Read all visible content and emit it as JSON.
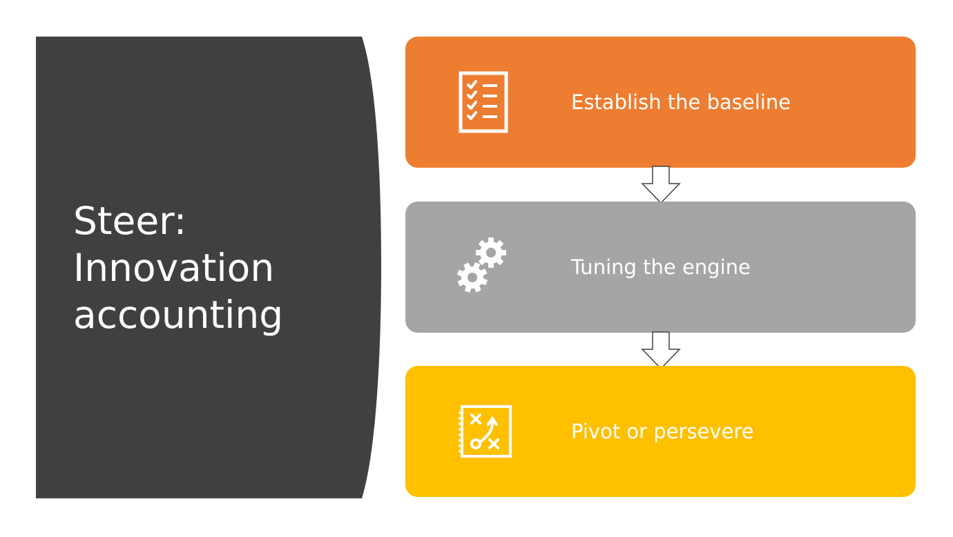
{
  "title": {
    "lines": [
      "Steer:",
      "Innovation",
      "accounting"
    ]
  },
  "steps": [
    {
      "label": "Establish the baseline",
      "icon": "checklist-icon",
      "color": "#ed7d31"
    },
    {
      "label": "Tuning the engine",
      "icon": "gears-icon",
      "color": "#a5a5a5"
    },
    {
      "label": "Pivot or persevere",
      "icon": "strategy-notebook-icon",
      "color": "#ffc000"
    }
  ],
  "colors": {
    "panel": "#404040",
    "text": "#ffffff",
    "arrow_stroke": "#404040"
  }
}
